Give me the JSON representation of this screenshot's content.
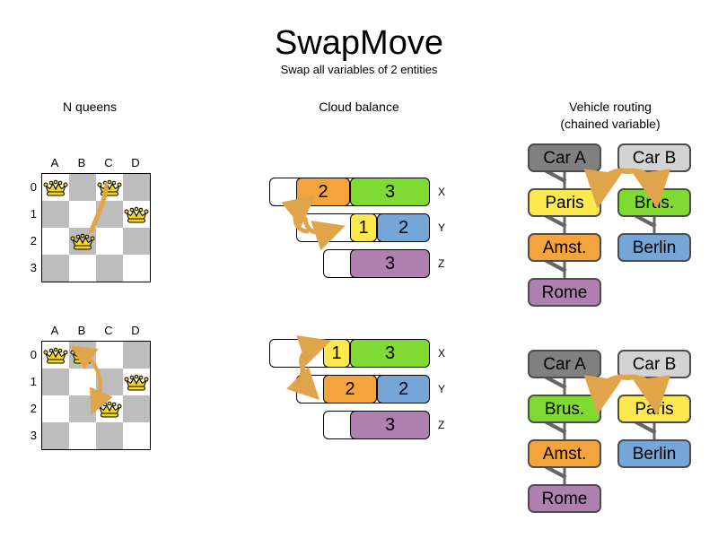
{
  "header": {
    "title": "SwapMove",
    "subtitle": "Swap all variables of 2 entities"
  },
  "sections": {
    "queens": {
      "title": "N queens"
    },
    "cloud": {
      "title": "Cloud balance"
    },
    "vehicle": {
      "title": "Vehicle routing\n(chained variable)",
      "title_line1": "Vehicle routing",
      "title_line2": "(chained variable)"
    }
  },
  "colors": {
    "orange": "#F5A33C",
    "green": "#7FDB32",
    "yellow": "#FCE94F",
    "blue": "#76A5D8",
    "purple": "#AF7FB0",
    "dark_gray": "#808080",
    "light_gray": "#D3D3D3",
    "arrow": "#E0A54A",
    "board_dark": "#BDBDBD",
    "board_light": "#FFFFFF"
  },
  "queens": {
    "columns": [
      "A",
      "B",
      "C",
      "D"
    ],
    "rows": [
      "0",
      "1",
      "2",
      "3"
    ],
    "before": {
      "placements": [
        {
          "col": "A",
          "row": "0"
        },
        {
          "col": "C",
          "row": "0"
        },
        {
          "col": "D",
          "row": "1"
        },
        {
          "col": "B",
          "row": "2"
        }
      ],
      "move_arrow": {
        "from": "C0",
        "to": "B2"
      }
    },
    "after": {
      "placements": [
        {
          "col": "A",
          "row": "0"
        },
        {
          "col": "B",
          "row": "0"
        },
        {
          "col": "D",
          "row": "1"
        },
        {
          "col": "C",
          "row": "2"
        }
      ],
      "move_arrow": {
        "from": "B0",
        "to": "C2"
      }
    }
  },
  "cloud": {
    "row_labels": [
      "X",
      "Y",
      "Z"
    ],
    "before": [
      {
        "label": "X",
        "segments": [
          {
            "value": "2",
            "color": "orange"
          },
          {
            "value": "3",
            "color": "green"
          }
        ]
      },
      {
        "label": "Y",
        "segments": [
          {
            "value": "1",
            "color": "yellow"
          },
          {
            "value": "2",
            "color": "blue"
          }
        ]
      },
      {
        "label": "Z",
        "segments": [
          {
            "value": "3",
            "color": "purple"
          }
        ]
      }
    ],
    "after": [
      {
        "label": "X",
        "segments": [
          {
            "value": "1",
            "color": "yellow"
          },
          {
            "value": "3",
            "color": "green"
          }
        ]
      },
      {
        "label": "Y",
        "segments": [
          {
            "value": "2",
            "color": "orange"
          },
          {
            "value": "2",
            "color": "blue"
          }
        ]
      },
      {
        "label": "Z",
        "segments": [
          {
            "value": "3",
            "color": "purple"
          }
        ]
      }
    ]
  },
  "vehicle": {
    "before": {
      "left_chain": [
        "Car A",
        "Paris",
        "Amst.",
        "Rome"
      ],
      "right_chain": [
        "Car B",
        "Brus.",
        "Berlin"
      ],
      "swap": {
        "from": "Paris",
        "to": "Brus."
      }
    },
    "after": {
      "left_chain": [
        "Car A",
        "Brus.",
        "Amst.",
        "Rome"
      ],
      "right_chain": [
        "Car B",
        "Paris",
        "Berlin"
      ],
      "swap": {
        "from": "Brus.",
        "to": "Paris"
      }
    }
  }
}
